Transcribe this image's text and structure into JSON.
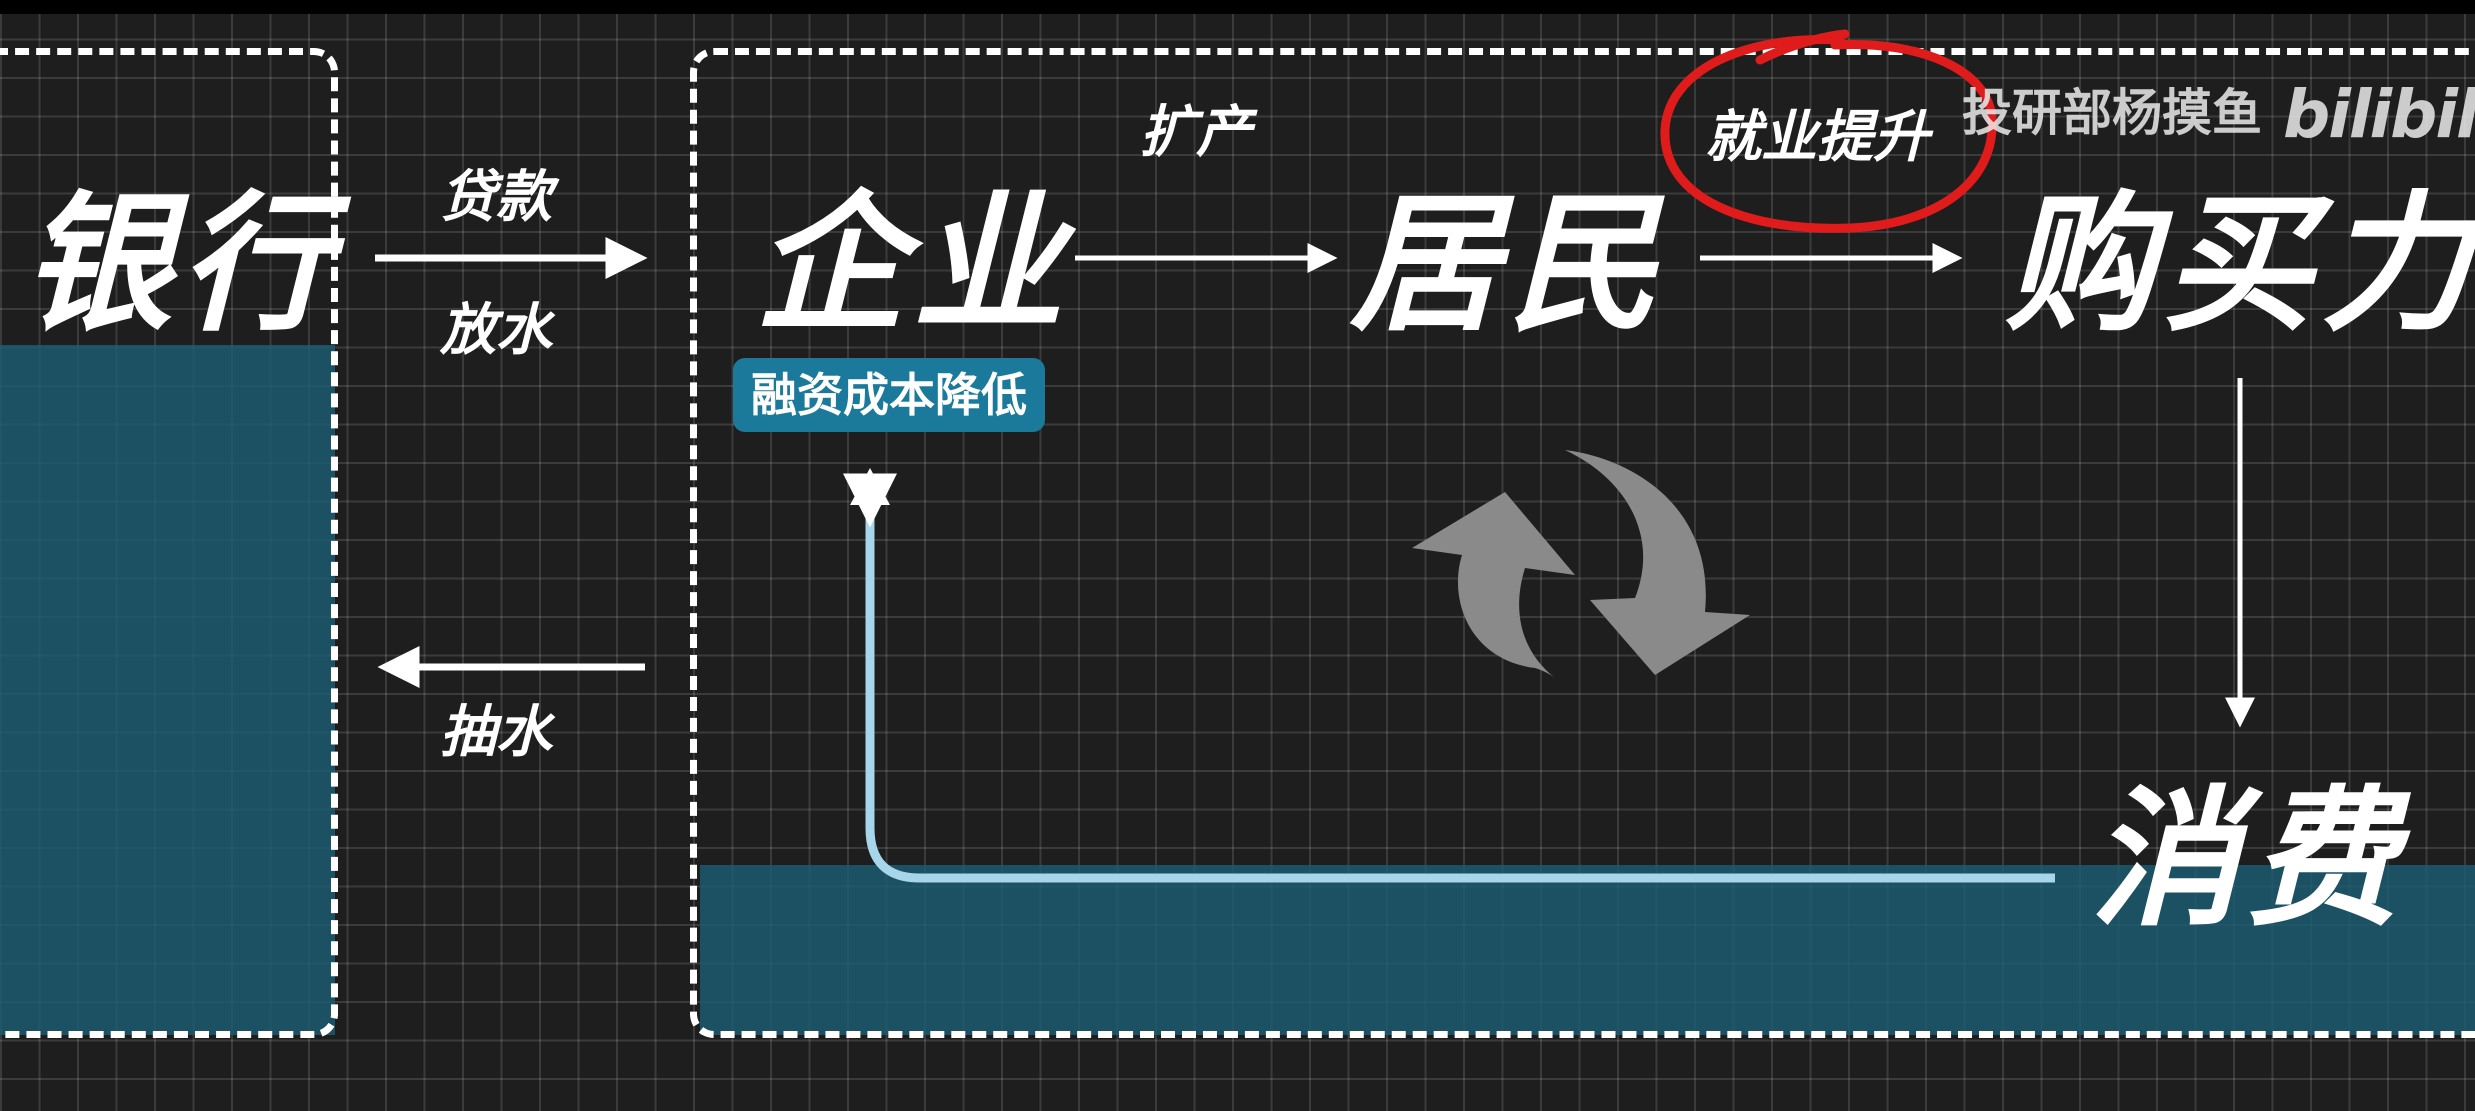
{
  "diagram": {
    "bank": {
      "label": "银行"
    },
    "enterprise": {
      "label": "企业"
    },
    "residents": {
      "label": "居民"
    },
    "purchasing_power": {
      "label": "购买力"
    },
    "consumption": {
      "label": "消费"
    },
    "edges": {
      "loan": "贷款",
      "release_water": "放水",
      "withdraw_water": "抽水",
      "expand_production": "扩产",
      "employment_increase": "就业提升"
    },
    "badge": "融资成本降低"
  },
  "watermark": {
    "text": "投研部杨摸鱼",
    "logo": "bilibili"
  },
  "colors": {
    "background": "#1e1e1e",
    "water": "#1c5d73",
    "badge": "#1b7a9c",
    "highlight_circle": "#e01b1b",
    "cycle_icon": "#8a8a8a",
    "return_line": "#a7d6ea"
  }
}
